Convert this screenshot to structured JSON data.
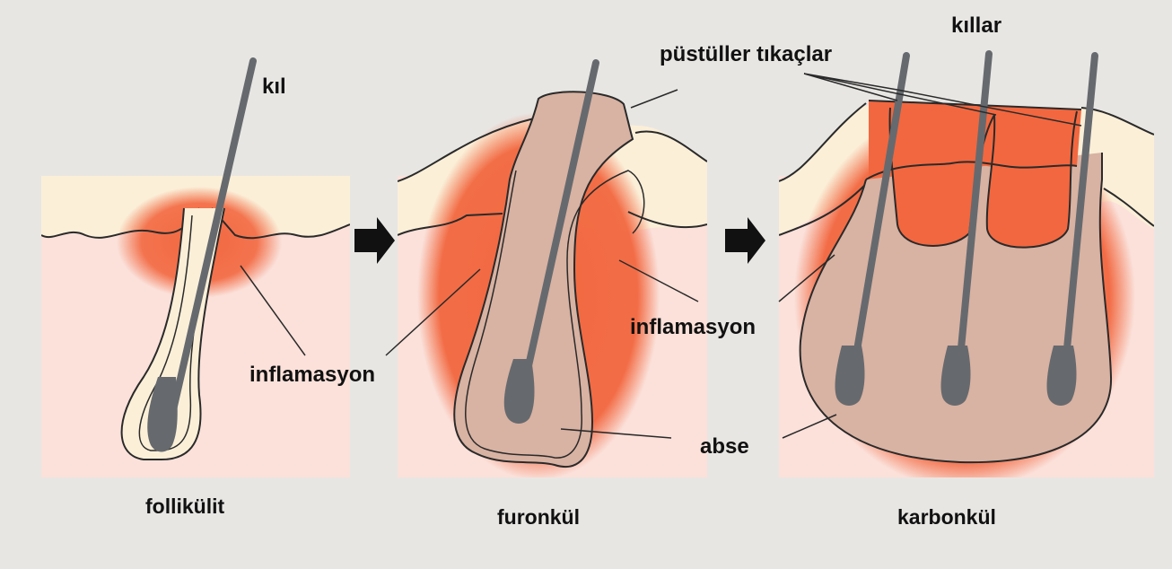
{
  "panels": [
    {
      "caption": "follikülit"
    },
    {
      "caption": "furonkül"
    },
    {
      "caption": "karbonkül"
    }
  ],
  "labels": {
    "hair_single": "kıl",
    "hairs_plural": "kıllar",
    "pustules_plugs": "püstüller tıkaçlar",
    "inflammation_1": "inflamasyon",
    "inflammation_2": "inflamasyon",
    "abscess": "abse"
  },
  "arrows": [
    {
      "icon": "right-arrow-icon"
    },
    {
      "icon": "right-arrow-icon"
    }
  ],
  "colors": {
    "background": "#e8e6e3",
    "epidermis": "#fbefd8",
    "dermis": "#fbe1da",
    "inflammation": "#f2673f",
    "pus": "#d8b2a2",
    "hair": "#666a6e",
    "outline": "#2a2a2a"
  }
}
